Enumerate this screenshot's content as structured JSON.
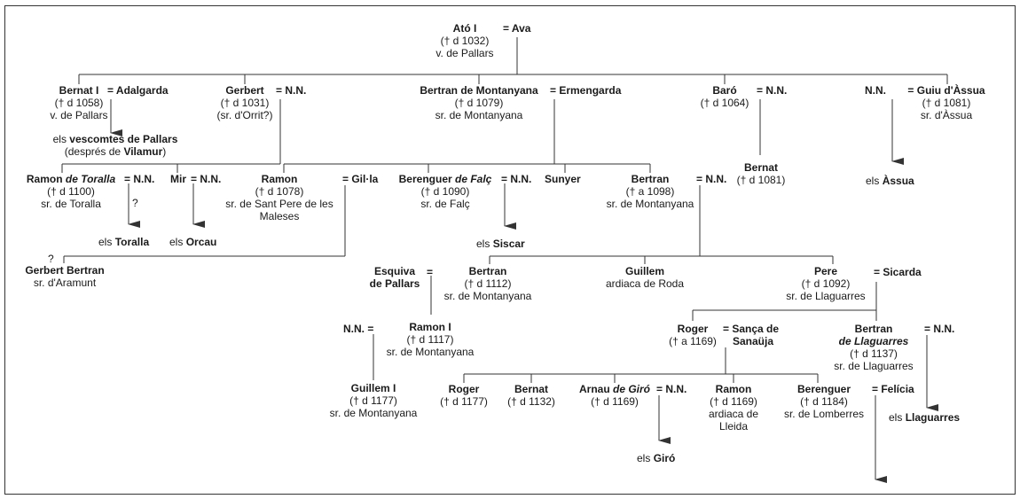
{
  "persons": {
    "ato": {
      "name": "Ató I",
      "l1": "(† d 1032)",
      "l2": "v. de Pallars"
    },
    "ava": {
      "name": "= Ava"
    },
    "bernat1": {
      "name": "Bernat I",
      "l1": "(† d 1058)",
      "l2": "v. de Pallars"
    },
    "adalgarda": {
      "name": "= Adalgarda"
    },
    "gerbert": {
      "name": "Gerbert",
      "l1": "(† d 1031)",
      "l2": "(sr. d'Orrit?)"
    },
    "gerbert_sp": {
      "name": "= N.N."
    },
    "bertranM": {
      "name": "Bertran de Montanyana",
      "l1": "(† d 1079)",
      "l2": "sr. de Montanyana"
    },
    "ermengarda": {
      "name": "= Ermengarda"
    },
    "baro": {
      "name": "Baró",
      "l1": "(† d 1064)"
    },
    "baro_sp": {
      "name": "= N.N."
    },
    "nn_guiu": {
      "name": "N.N."
    },
    "guiu": {
      "name": "= Guiu d'Àssua",
      "l1": "(† d 1081)",
      "l2": "sr. d'Àssua"
    },
    "ramonT": {
      "name_a": "Ramon ",
      "name_b": "de Toralla",
      "l1": "(† d 1100)",
      "l2": "sr. de Toralla"
    },
    "ramonT_sp": {
      "name": "= N.N."
    },
    "mir": {
      "name": "Mir"
    },
    "mir_sp": {
      "name": "= N.N."
    },
    "ramonSP": {
      "name": "Ramon",
      "l1": "(† d 1078)",
      "l2": "sr. de Sant Pere de les",
      "l3": "Maleses"
    },
    "gilla": {
      "name": "= Gil·la"
    },
    "berenguerF": {
      "name_a": "Berenguer ",
      "name_b": "de Falç",
      "l1": "(† d 1090)",
      "l2": "sr. de Falç"
    },
    "berenguerF_sp": {
      "name": "= N.N."
    },
    "sunyer": {
      "name": "Sunyer"
    },
    "bertran1098": {
      "name": "Bertran",
      "l1": "(† a 1098)",
      "l2": "sr. de Montanyana"
    },
    "bertran1098_sp": {
      "name": "= N.N."
    },
    "bernat1081": {
      "name": "Bernat",
      "l1": "(† d 1081)"
    },
    "gerbertB": {
      "name": "Gerbert Bertran",
      "l1": "sr. d'Aramunt"
    },
    "esquiva": {
      "name": "Esquiva",
      "name2": "de Pallars"
    },
    "esquiva_eq": {
      "name": "="
    },
    "bertran1112": {
      "name": "Bertran",
      "l1": "(† d 1112)",
      "l2": "sr. de Montanyana"
    },
    "guillem": {
      "name": "Guillem",
      "l1": "ardiaca de Roda"
    },
    "pere": {
      "name": "Pere",
      "l1": "(† d 1092)",
      "l2": "sr. de Llaguarres"
    },
    "sicarda": {
      "name": "= Sicarda"
    },
    "nn_ramon": {
      "name": "N.N. ="
    },
    "ramon1117": {
      "name": "Ramon I",
      "l1": "(† d 1117)",
      "l2": "sr. de Montanyana"
    },
    "roger1169": {
      "name": "Roger",
      "l1": "(† a 1169)"
    },
    "sanca": {
      "name": "= Sança de",
      "name2": "Sanaüja"
    },
    "bertranL": {
      "name": "Bertran",
      "name2": "de Llaguarres",
      "l1": "(† d 1137)",
      "l2": "sr. de Llaguarres"
    },
    "bertranL_sp": {
      "name": "= N.N."
    },
    "guillem1": {
      "name": "Guillem I",
      "l1": "(† d 1177)",
      "l2": "sr. de Montanyana"
    },
    "roger1177": {
      "name": "Roger",
      "l1": "(† d 1177)"
    },
    "bernat1132": {
      "name": "Bernat",
      "l1": "(† d 1132)"
    },
    "arnau": {
      "name_a": "Arnau ",
      "name_b": "de Giró",
      "l1": "(† d 1169)"
    },
    "arnau_sp": {
      "name": "= N.N."
    },
    "ramon1169": {
      "name": "Ramon",
      "l1": "(† d 1169)",
      "l2": "ardiaca de",
      "l3": "Lleida"
    },
    "berenguer1184": {
      "name": "Berenguer",
      "l1": "(† d 1184)",
      "l2": "sr. de Lomberres"
    },
    "felicia": {
      "name": "= Felícia"
    }
  },
  "lineages": {
    "vescomtes": {
      "pre": "els ",
      "bold": "vescomtes de Pallars",
      "l2_pre": "(després de ",
      "l2_bold": "Vilamur",
      "l2_post": ")"
    },
    "toralla": {
      "pre": "els ",
      "bold": "Toralla"
    },
    "orcau": {
      "pre": "els ",
      "bold": "Orcau"
    },
    "siscar": {
      "pre": "els ",
      "bold": "Siscar"
    },
    "assua": {
      "pre": "els ",
      "bold": "Àssua"
    },
    "llaguarres": {
      "pre": "els ",
      "bold": "Llaguarres"
    },
    "giro": {
      "pre": "els ",
      "bold": "Giró"
    }
  },
  "marks": {
    "q1": "?",
    "q2": "?"
  }
}
